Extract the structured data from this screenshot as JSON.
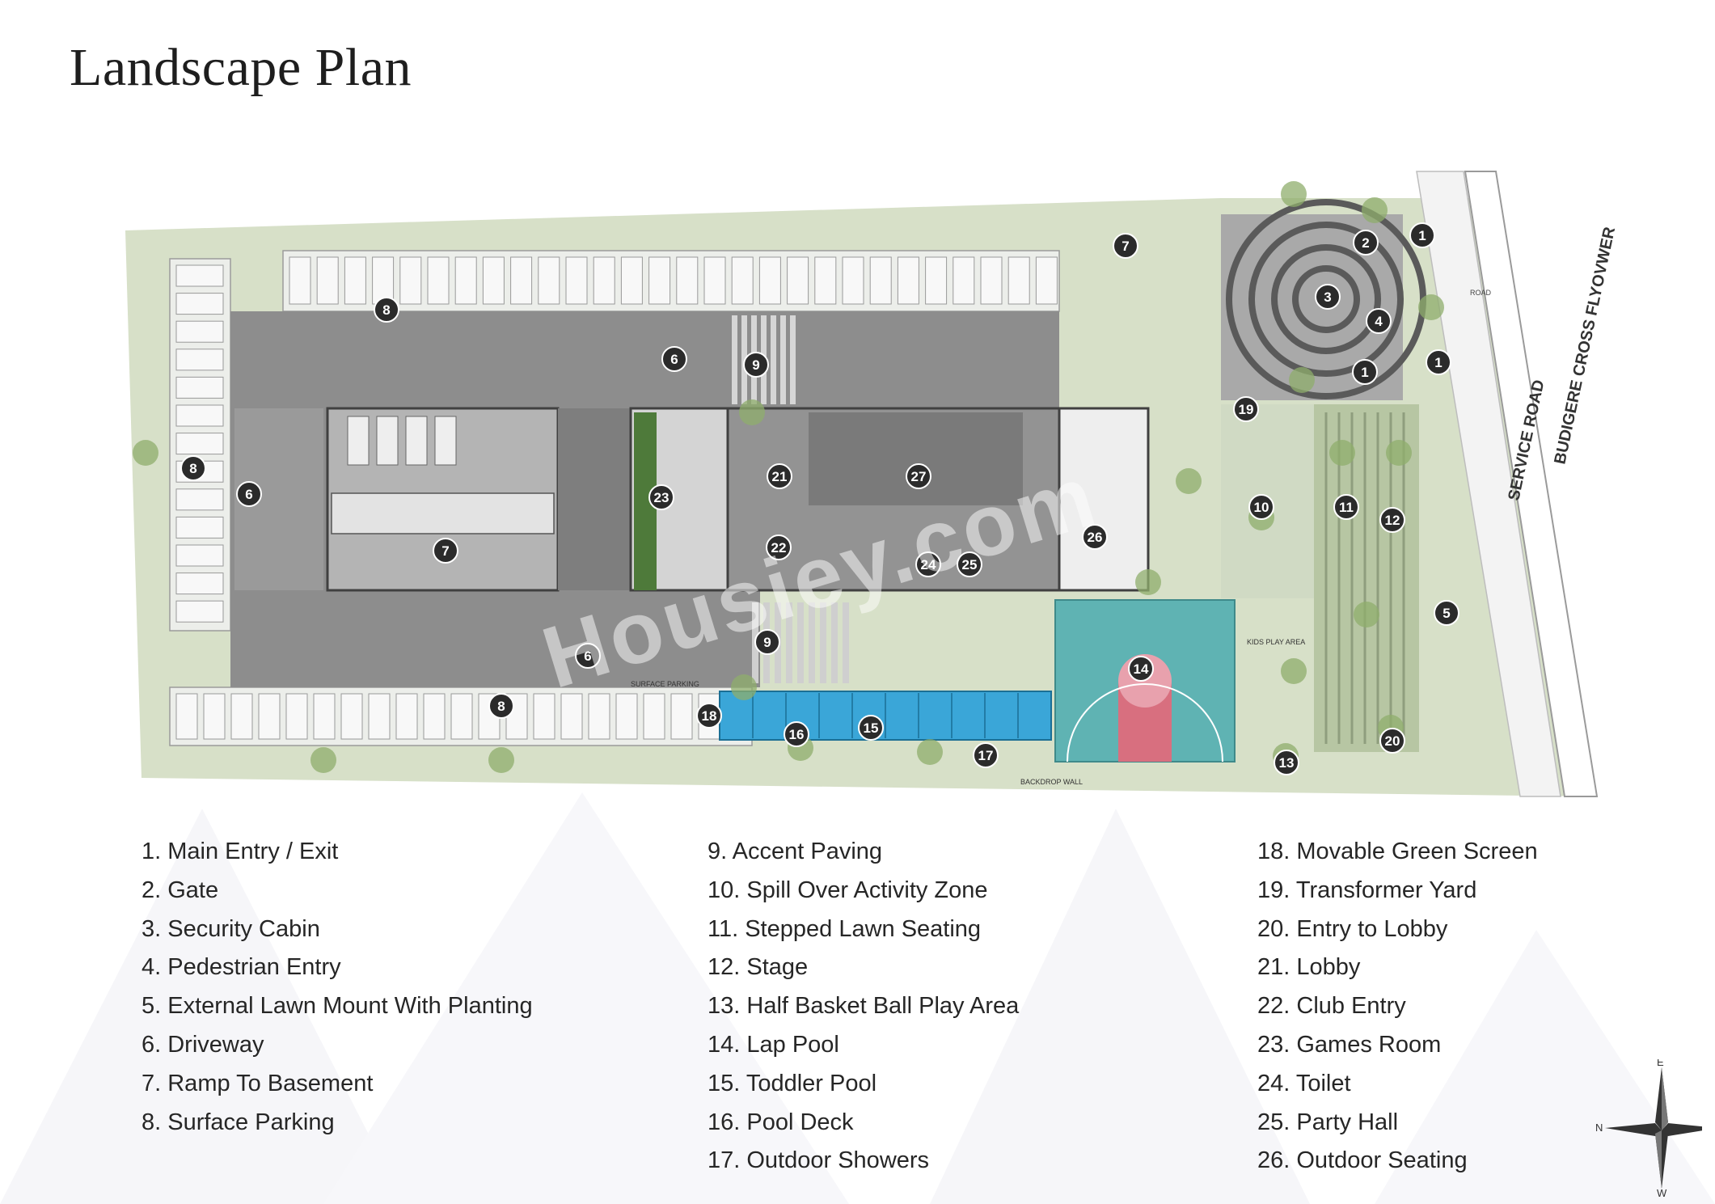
{
  "title": "Landscape Plan",
  "watermark": "Housiey.com",
  "plan": {
    "labels": {
      "road": "ROAD",
      "service_road": "SERVICE ROAD",
      "flyover": "BUDIGERE CROSS FLYOVWER",
      "surface_parking": "SURFACE PARKING",
      "kids_play_area": "KIDS PLAY AREA",
      "backdrop_wall": "BACKDROP WALL"
    },
    "markers": [
      {
        "n": "1"
      },
      {
        "n": "1"
      },
      {
        "n": "1"
      },
      {
        "n": "2"
      },
      {
        "n": "3"
      },
      {
        "n": "4"
      },
      {
        "n": "5"
      },
      {
        "n": "6"
      },
      {
        "n": "6"
      },
      {
        "n": "6"
      },
      {
        "n": "7"
      },
      {
        "n": "7"
      },
      {
        "n": "8"
      },
      {
        "n": "8"
      },
      {
        "n": "8"
      },
      {
        "n": "9"
      },
      {
        "n": "9"
      },
      {
        "n": "10"
      },
      {
        "n": "11"
      },
      {
        "n": "12"
      },
      {
        "n": "13"
      },
      {
        "n": "14"
      },
      {
        "n": "15"
      },
      {
        "n": "16"
      },
      {
        "n": "17"
      },
      {
        "n": "18"
      },
      {
        "n": "19"
      },
      {
        "n": "20"
      },
      {
        "n": "21"
      },
      {
        "n": "22"
      },
      {
        "n": "23"
      },
      {
        "n": "24"
      },
      {
        "n": "25"
      },
      {
        "n": "26"
      },
      {
        "n": "27"
      }
    ]
  },
  "legend": {
    "col1": [
      "1.   Main Entry / Exit",
      "2.  Gate",
      "3.  Security Cabin",
      "4.  Pedestrian Entry",
      "5.  External Lawn Mount With Planting",
      "6.  Driveway",
      "7.  Ramp To Basement",
      "8.  Surface Parking"
    ],
    "col2": [
      "9.  Accent Paving",
      "10. Spill Over Activity Zone",
      "11.  Stepped Lawn Seating",
      "12. Stage",
      "13. Half Basket Ball Play Area",
      "14. Lap Pool",
      "15. Toddler Pool",
      "16. Pool Deck",
      "17. Outdoor Showers"
    ],
    "col3": [
      "18.  Movable Green Screen",
      "19.  Transformer Yard",
      "20. Entry to Lobby",
      "21.  Lobby",
      "22. Club Entry",
      "23. Games Room",
      "24. Toilet",
      "25. Party Hall",
      "26. Outdoor Seating"
    ]
  },
  "compass": {
    "n": "N",
    "e": "E",
    "w": "W"
  },
  "colors": {
    "marker": "#2b2b2b",
    "grass": "#c9d6b4",
    "pool": "#3aa6d8",
    "court": "#5fb3b3",
    "court_key": "#d86f7f",
    "driveway": "#8d8d8d",
    "parking": "#eceeea"
  }
}
